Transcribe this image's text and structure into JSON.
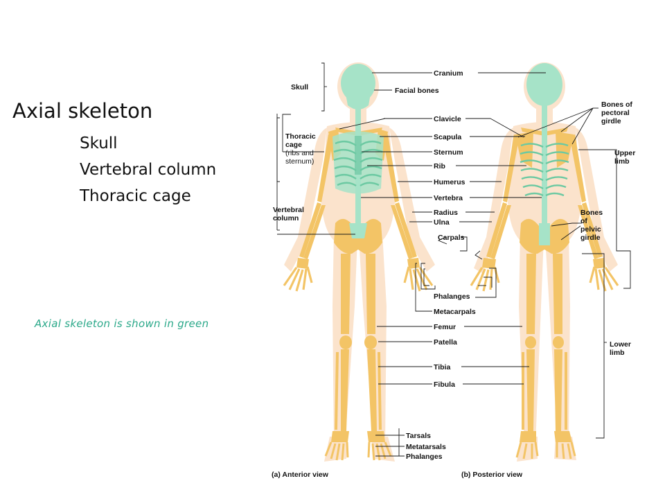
{
  "slide": {
    "title": "Axial skeleton",
    "bullets": [
      "Skull",
      "Vertebral column",
      "Thoracic cage"
    ],
    "caption": "Axial skeleton is shown in green",
    "caption_color": "#2aa889"
  },
  "figure": {
    "axial_color": "#a6e3c8",
    "appendicular_color": "#f3c466",
    "skin_color": "#fbe3cc",
    "labels": {
      "cranium": "Cranium",
      "facial_bones": "Facial bones",
      "clavicle": "Clavicle",
      "scapula": "Scapula",
      "sternum": "Sternum",
      "rib": "Rib",
      "humerus": "Humerus",
      "vertebra": "Vertebra",
      "radius": "Radius",
      "ulna": "Ulna",
      "carpals": "Carpals",
      "phalanges_hand": "Phalanges",
      "metacarpals": "Metacarpals",
      "femur": "Femur",
      "patella": "Patella",
      "tibia": "Tibia",
      "fibula": "Fibula",
      "tarsals": "Tarsals",
      "metatarsals": "Metatarsals",
      "phalanges_foot": "Phalanges",
      "skull": "Skull",
      "thoracic_cage": [
        "Thoracic",
        "cage",
        "(ribs and",
        "sternum)"
      ],
      "vertebral_column": [
        "Vertebral",
        "column"
      ],
      "bones_pectoral": [
        "Bones of",
        "pectoral",
        "girdle"
      ],
      "upper_limb": [
        "Upper",
        "limb"
      ],
      "bones_pelvic": [
        "Bones",
        "of",
        "pelvic",
        "girdle"
      ],
      "lower_limb": [
        "Lower",
        "limb"
      ]
    },
    "views": {
      "anterior": "(a) Anterior view",
      "posterior": "(b) Posterior view"
    }
  }
}
